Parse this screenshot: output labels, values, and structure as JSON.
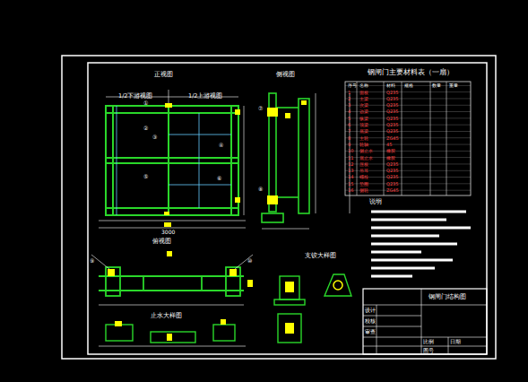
{
  "diagram": {
    "labels": [
      "钢闸门主要材料表（一扇）",
      "正视图",
      "1/2下游视图",
      "1/2上游视图",
      "侧视图",
      "俯视图",
      "支铰大样图",
      "止水大样图",
      "说明",
      "3000",
      "①",
      "②",
      "③",
      "④",
      "⑤",
      "⑥",
      "⑦",
      "⑧",
      "⑨",
      "⑩",
      "序号",
      "名称",
      "材料",
      "规格",
      "数量",
      "重量",
      "1",
      "面板",
      "Q235",
      "2",
      "主梁",
      "Q235",
      "3",
      "次梁",
      "Q235",
      "4",
      "边梁",
      "Q235",
      "5",
      "纵梁",
      "Q235",
      "6",
      "顶梁",
      "Q235",
      "7",
      "底梁",
      "Q235",
      "8",
      "主轮",
      "ZG45",
      "9",
      "轮轴",
      "45",
      "10",
      "侧止水",
      "橡胶",
      "11",
      "底止水",
      "橡胶",
      "12",
      "压板",
      "Q235",
      "13",
      "吊耳",
      "Q235",
      "14",
      "螺栓",
      "Q235",
      "15",
      "垫圈",
      "Q235",
      "16",
      "侧轮",
      "ZG45",
      "设计",
      "校核",
      "审查",
      "比例",
      "日期",
      "图号",
      "钢闸门结构图"
    ]
  }
}
